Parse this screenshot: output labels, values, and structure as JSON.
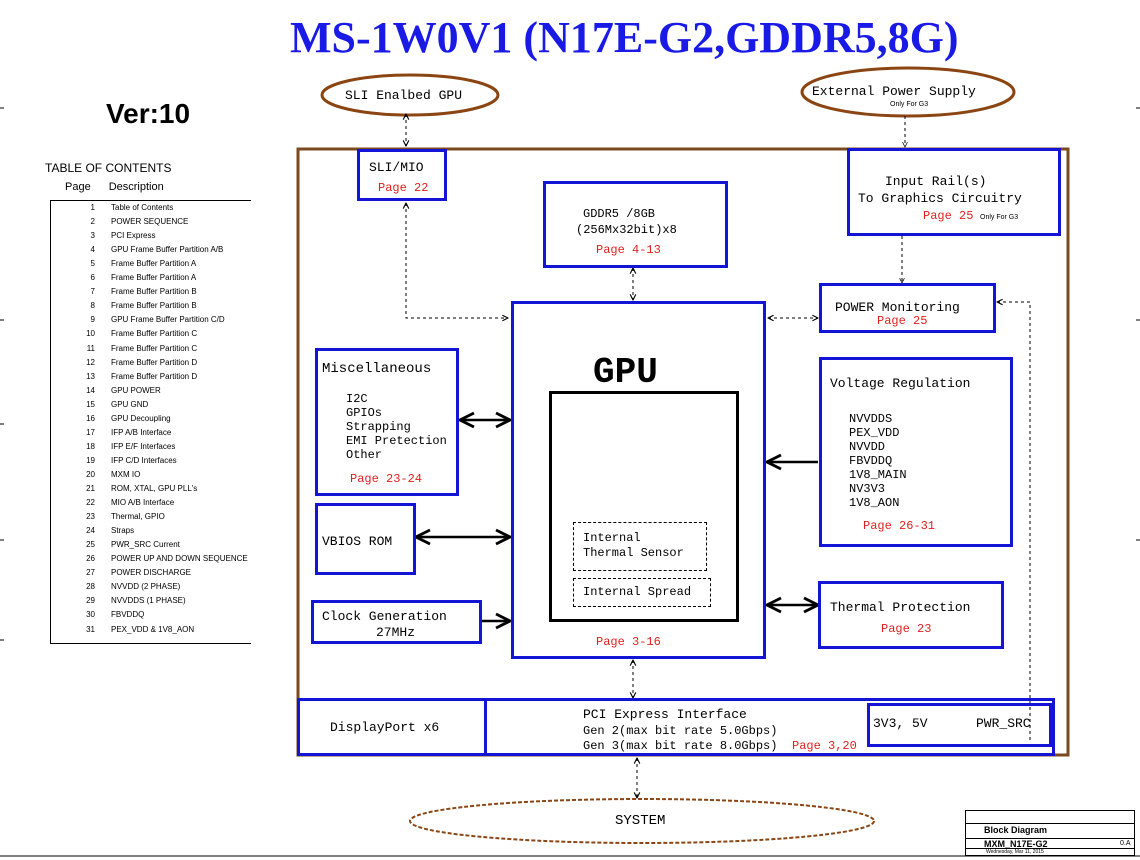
{
  "title": "MS-1W0V1 (N17E-G2,GDDR5,8G)",
  "version": "Ver:10",
  "toc": {
    "heading": "TABLE OF CONTENTS",
    "col_page": "Page",
    "col_desc": "Description",
    "rows": [
      {
        "n": "1",
        "t": "Table of Contents"
      },
      {
        "n": "2",
        "t": "POWER SEQUENCE"
      },
      {
        "n": "3",
        "t": "PCI Express"
      },
      {
        "n": "4",
        "t": "GPU Frame Buffer Partition A/B"
      },
      {
        "n": "5",
        "t": "Frame Buffer Partition A"
      },
      {
        "n": "6",
        "t": "Frame Buffer Partition A"
      },
      {
        "n": "7",
        "t": "Frame Buffer Partition B"
      },
      {
        "n": "8",
        "t": "Frame Buffer Partition B"
      },
      {
        "n": "9",
        "t": "GPU Frame Buffer Partition C/D"
      },
      {
        "n": "10",
        "t": "Frame Buffer Partition C"
      },
      {
        "n": "11",
        "t": "Frame Buffer Partition C"
      },
      {
        "n": "12",
        "t": "Frame Buffer Partition D"
      },
      {
        "n": "13",
        "t": "Frame Buffer Partition D"
      },
      {
        "n": "14",
        "t": "GPU POWER"
      },
      {
        "n": "15",
        "t": "GPU GND"
      },
      {
        "n": "16",
        "t": "GPU Decoupling"
      },
      {
        "n": "17",
        "t": "IFP A/B Interface"
      },
      {
        "n": "18",
        "t": "IFP E/F Interfaces"
      },
      {
        "n": "19",
        "t": "IFP C/D Interfaces"
      },
      {
        "n": "20",
        "t": "MXM IO"
      },
      {
        "n": "21",
        "t": "ROM, XTAL, GPU PLL's"
      },
      {
        "n": "22",
        "t": "MIO A/B Interface"
      },
      {
        "n": "23",
        "t": "Thermal, GPIO"
      },
      {
        "n": "24",
        "t": "Straps"
      },
      {
        "n": "25",
        "t": "PWR_SRC Current"
      },
      {
        "n": "26",
        "t": "POWER UP AND DOWN SEQUENCE"
      },
      {
        "n": "27",
        "t": "POWER DISCHARGE"
      },
      {
        "n": "28",
        "t": "NVVDD (2 PHASE)"
      },
      {
        "n": "29",
        "t": "NVVDDS (1 PHASE)"
      },
      {
        "n": "30",
        "t": "FBVDDQ"
      },
      {
        "n": "31",
        "t": "PEX_VDD & 1V8_AON"
      }
    ]
  },
  "blocks": {
    "sli_ellipse": "SLI Enalbed GPU",
    "ext_power": "External Power Supply",
    "ext_power_note": "Only For G3",
    "sli_mio": "SLI/MIO",
    "sli_mio_page": "Page 22",
    "gddr_line1": "GDDR5 /8GB",
    "gddr_line2": "(256Mx32bit)x8",
    "gddr_page": "Page 4-13",
    "input_rail_line1": "Input Rail(s)",
    "input_rail_line2": "To Graphics Circuitry",
    "input_rail_page": "Page 25",
    "input_rail_note": "Only For G3",
    "power_mon": "POWER Monitoring",
    "power_mon_page": "Page 25",
    "misc_title": "Miscellaneous",
    "misc_items": [
      "I2C",
      "GPIOs",
      "Strapping",
      "EMI Pretection",
      "Other"
    ],
    "misc_page": "Page 23-24",
    "gpu": "GPU",
    "gpu_sensor_line1": "Internal",
    "gpu_sensor_line2": "Thermal Sensor",
    "gpu_spread": "Internal Spread",
    "gpu_page": "Page 3-16",
    "vreg_title": "Voltage Regulation",
    "vreg_items": [
      "NVVDDS",
      "PEX_VDD",
      "NVVDD",
      "FBVDDQ",
      "1V8_MAIN",
      "NV3V3",
      "1V8_AON"
    ],
    "vreg_page": "Page 26-31",
    "vbios": "VBIOS ROM",
    "clock_line1": "Clock Generation",
    "clock_line2": "27MHz",
    "thermal": "Thermal Protection",
    "thermal_page": "Page 23",
    "displayport": "DisplayPort x6",
    "pcie_title": "PCI Express Interface",
    "pcie_gen2": "Gen 2(max bit rate 5.0Gbps)",
    "pcie_gen3": "Gen 3(max bit rate 8.0Gbps)",
    "pcie_page": "Page 3,20",
    "power_rails": "3V3, 5V",
    "pwr_src": "PWR_SRC",
    "system": "SYSTEM"
  },
  "title_block": {
    "label": "Block Diagram",
    "doc": "MXM_N17E-G2",
    "rev": "0.A",
    "date": "Wednesday, Mar 11, 2015"
  },
  "colors": {
    "title_blue": "#1a1ae6",
    "box_blue": "#1414d6",
    "frame_brown": "#7a4a1e",
    "ellipse_brown": "#8b4513",
    "page_red": "#e02020"
  }
}
